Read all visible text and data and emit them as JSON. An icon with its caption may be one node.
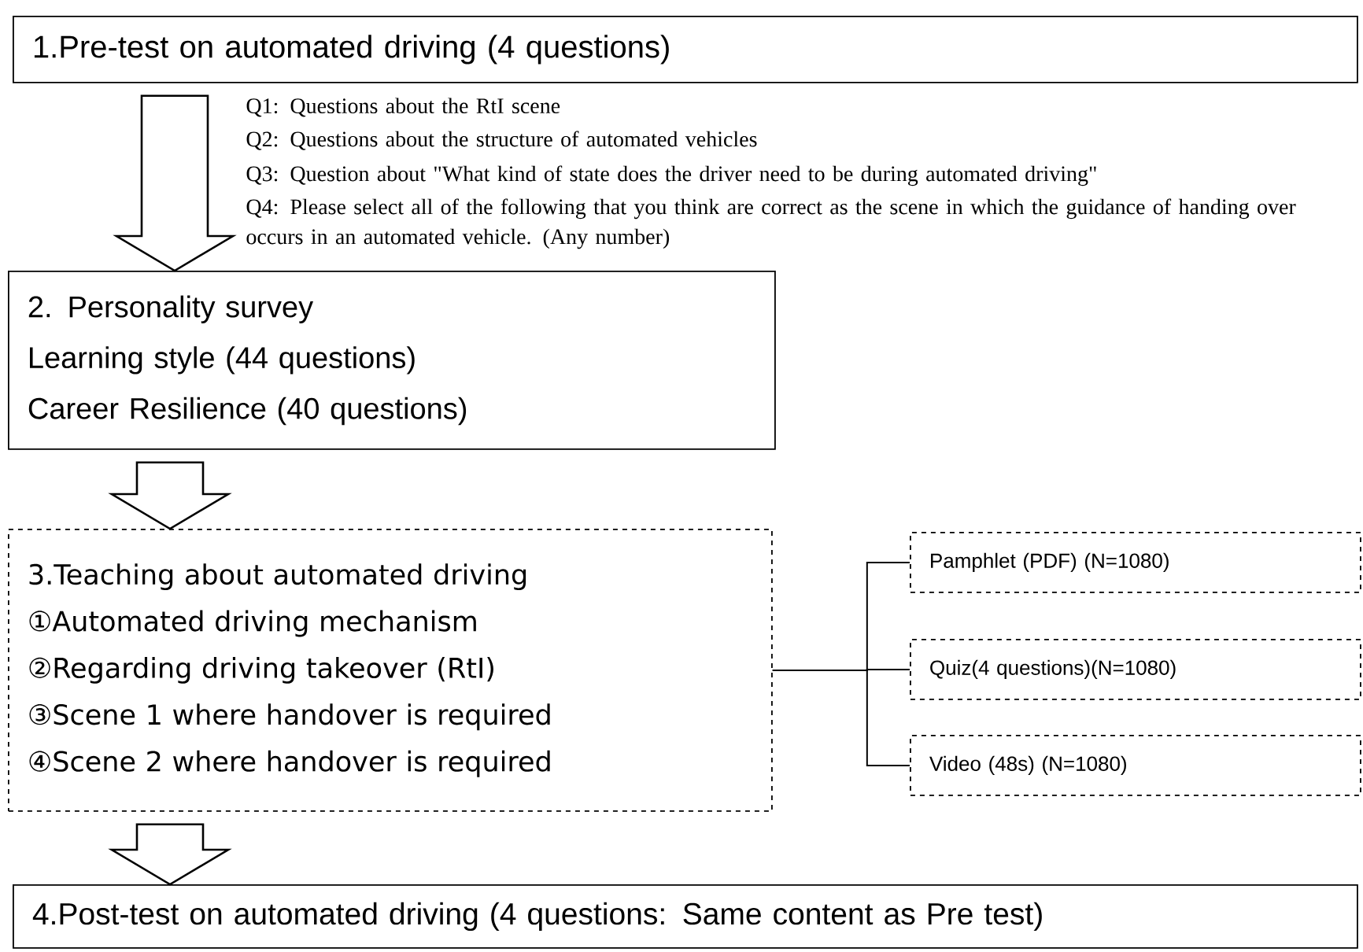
{
  "diagram": {
    "nodes": [
      {
        "text": [
          "1.Pre-test on automated driving (4 questions)"
        ]
      },
      {
        "text": [
          "2. Personality survey",
          "Learning style (44 questions)",
          "Career   Resilience (40 questions)"
        ]
      },
      {
        "text": [
          "3.Teaching about automated driving",
          "①Automated driving mechanism",
          "②Regarding driving takeover (RtI)",
          "③Scene 1 where handover is required",
          "④Scene 2 where handover is required"
        ]
      },
      {
        "text": [
          "Pamphlet (PDF) (N=1080)"
        ]
      },
      {
        "text": [
          "Quiz(4 questions)(N=1080)"
        ]
      },
      {
        "text": [
          "Video (48s) (N=1080)"
        ]
      },
      {
        "text": [
          "4.Post-test on automated driving (4 questions: Same content as Pre test)"
        ]
      }
    ],
    "edges": [
      {
        "from": 0,
        "to": 1,
        "arrow": "to"
      },
      {
        "from": 1,
        "to": 2,
        "arrow": "to"
      },
      {
        "from": 2,
        "to": 3,
        "arrow": "none"
      },
      {
        "from": 2,
        "to": 4,
        "arrow": "none"
      },
      {
        "from": 2,
        "to": 5,
        "arrow": "none"
      },
      {
        "from": 2,
        "to": 6,
        "arrow": "to"
      }
    ],
    "labels": [
      "Q1: Questions about the RtI scene",
      "Q2: Questions about the structure of automated vehicles",
      "Q3: Question about \"What kind of state does the driver need to be during automated driving\"",
      "Q4: Please select all of the following that you think are correct as the scene in which the guidance of handing over occurs in an automated vehicle. (Any number)"
    ]
  }
}
